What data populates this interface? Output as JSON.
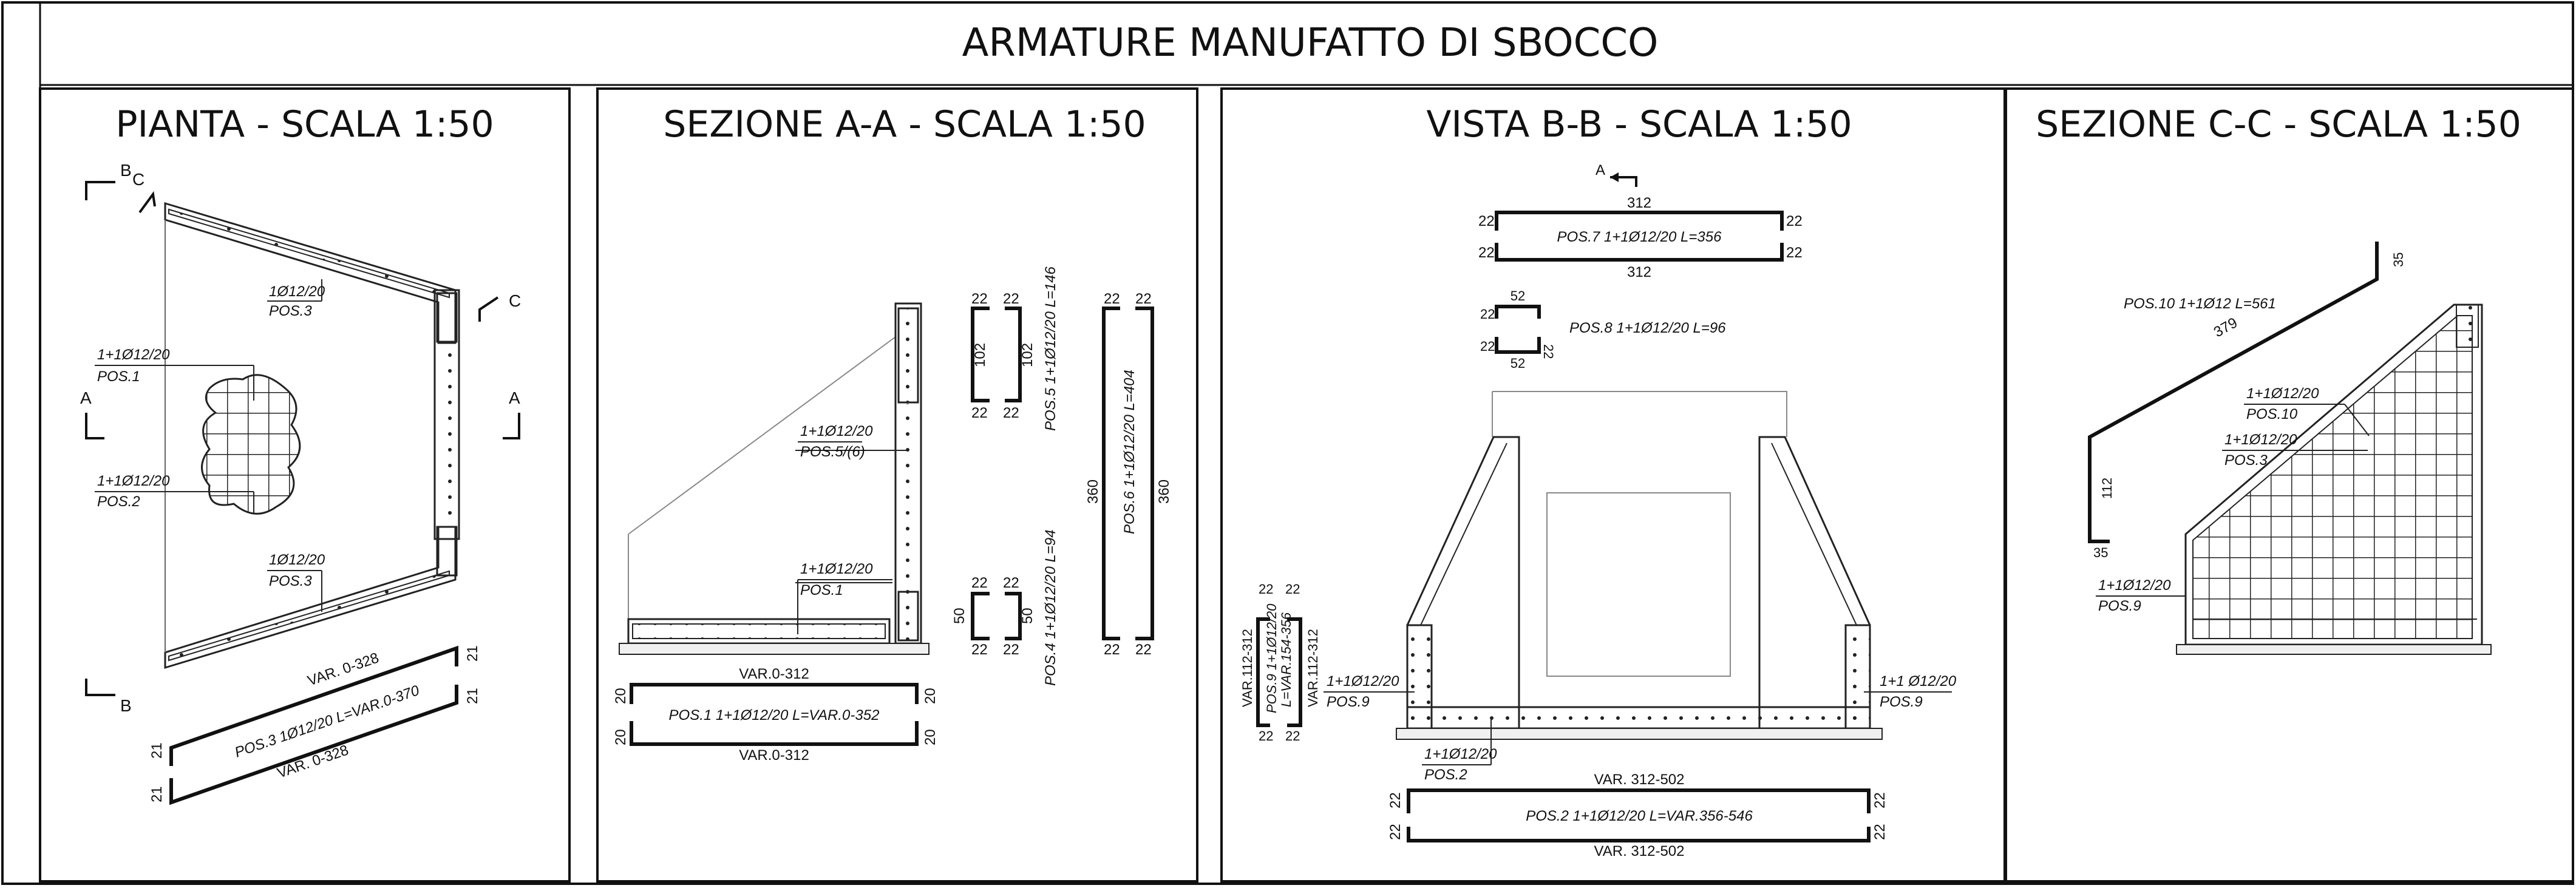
{
  "sheet": {
    "title": "ARMATURE MANUFATTO DI SBOCCO"
  },
  "panels": [
    {
      "title": "PIANTA - SCALA 1:50"
    },
    {
      "title": "SEZIONE A-A - SCALA 1:50"
    },
    {
      "title": "VISTA B-B - SCALA 1:50"
    },
    {
      "title": "SEZIONE C-C - SCALA 1:50"
    }
  ],
  "pianta": {
    "mark_b": "B",
    "mark_c": "C",
    "mark_a": "A",
    "callout_pos3_top": {
      "bars": "1Ø12/20",
      "pos": "POS.3"
    },
    "callout_pos1": {
      "bars": "1+1Ø12/20",
      "pos": "POS.1"
    },
    "callout_pos2": {
      "bars": "1+1Ø12/20",
      "pos": "POS.2"
    },
    "callout_pos3_bot": {
      "bars": "1Ø12/20",
      "pos": "POS.3"
    },
    "bar_pos3": {
      "var_top": "VAR. 0-328",
      "var_bot": "VAR. 0-328",
      "label": "POS.3  1Ø12/20  L=VAR.0-370",
      "end": "21"
    }
  },
  "sezione_aa": {
    "callout_pos5": {
      "bars": "1+1Ø12/20",
      "pos": "POS.5/(6)"
    },
    "callout_pos1": {
      "bars": "1+1Ø12/20",
      "pos": "POS.1"
    },
    "bar_pos1": {
      "var_top": "VAR.0-312",
      "var_bot": "VAR.0-312",
      "label": "POS.1  1+1Ø12/20  L=VAR.0-352",
      "end": "20"
    },
    "bar_pos5": {
      "top": "22",
      "h": "102",
      "label": "POS.5  1+1Ø12/20  L=146"
    },
    "bar_pos4": {
      "top": "22",
      "h": "50",
      "label": "POS.4  1+1Ø12/20  L=94"
    },
    "bar_pos6": {
      "top": "22",
      "h": "360",
      "label": "POS.6  1+1Ø12/20  L=404"
    }
  },
  "vista_bb": {
    "mark_a": "A",
    "bar_pos7": {
      "len": "312",
      "end": "22",
      "label": "POS.7  1+1Ø12/20  L=356"
    },
    "bar_pos8": {
      "len": "52",
      "end": "22",
      "label": "POS.8  1+1Ø12/20  L=96"
    },
    "bar_pos9": {
      "top": "22",
      "var": "VAR.112-312",
      "label": "POS.9  1+1Ø12/20",
      "len": "L=VAR.154-356"
    },
    "callout_pos9_left": {
      "bars": "1+1Ø12/20",
      "pos": "POS.9"
    },
    "callout_pos9_right": {
      "bars": "1+1  Ø12/20",
      "pos": "POS.9"
    },
    "callout_pos2": {
      "bars": "1+1Ø12/20",
      "pos": "POS.2"
    },
    "bar_pos2": {
      "var_top": "VAR. 312-502",
      "var_bot": "VAR. 312-502",
      "end": "22",
      "label": "POS.2  1+1Ø12/20  L=VAR.356-546"
    }
  },
  "sezione_cc": {
    "bar_pos10": {
      "label": "POS.10  1+1Ø12  L=561",
      "diag": "379",
      "top": "35",
      "h": "112",
      "bot": "35"
    },
    "callout_pos10": {
      "bars": "1+1Ø12/20",
      "pos": "POS.10"
    },
    "callout_pos3": {
      "bars": "1+1Ø12/20",
      "pos": "POS.3"
    },
    "callout_pos9": {
      "bars": "1+1Ø12/20",
      "pos": "POS.9"
    }
  }
}
